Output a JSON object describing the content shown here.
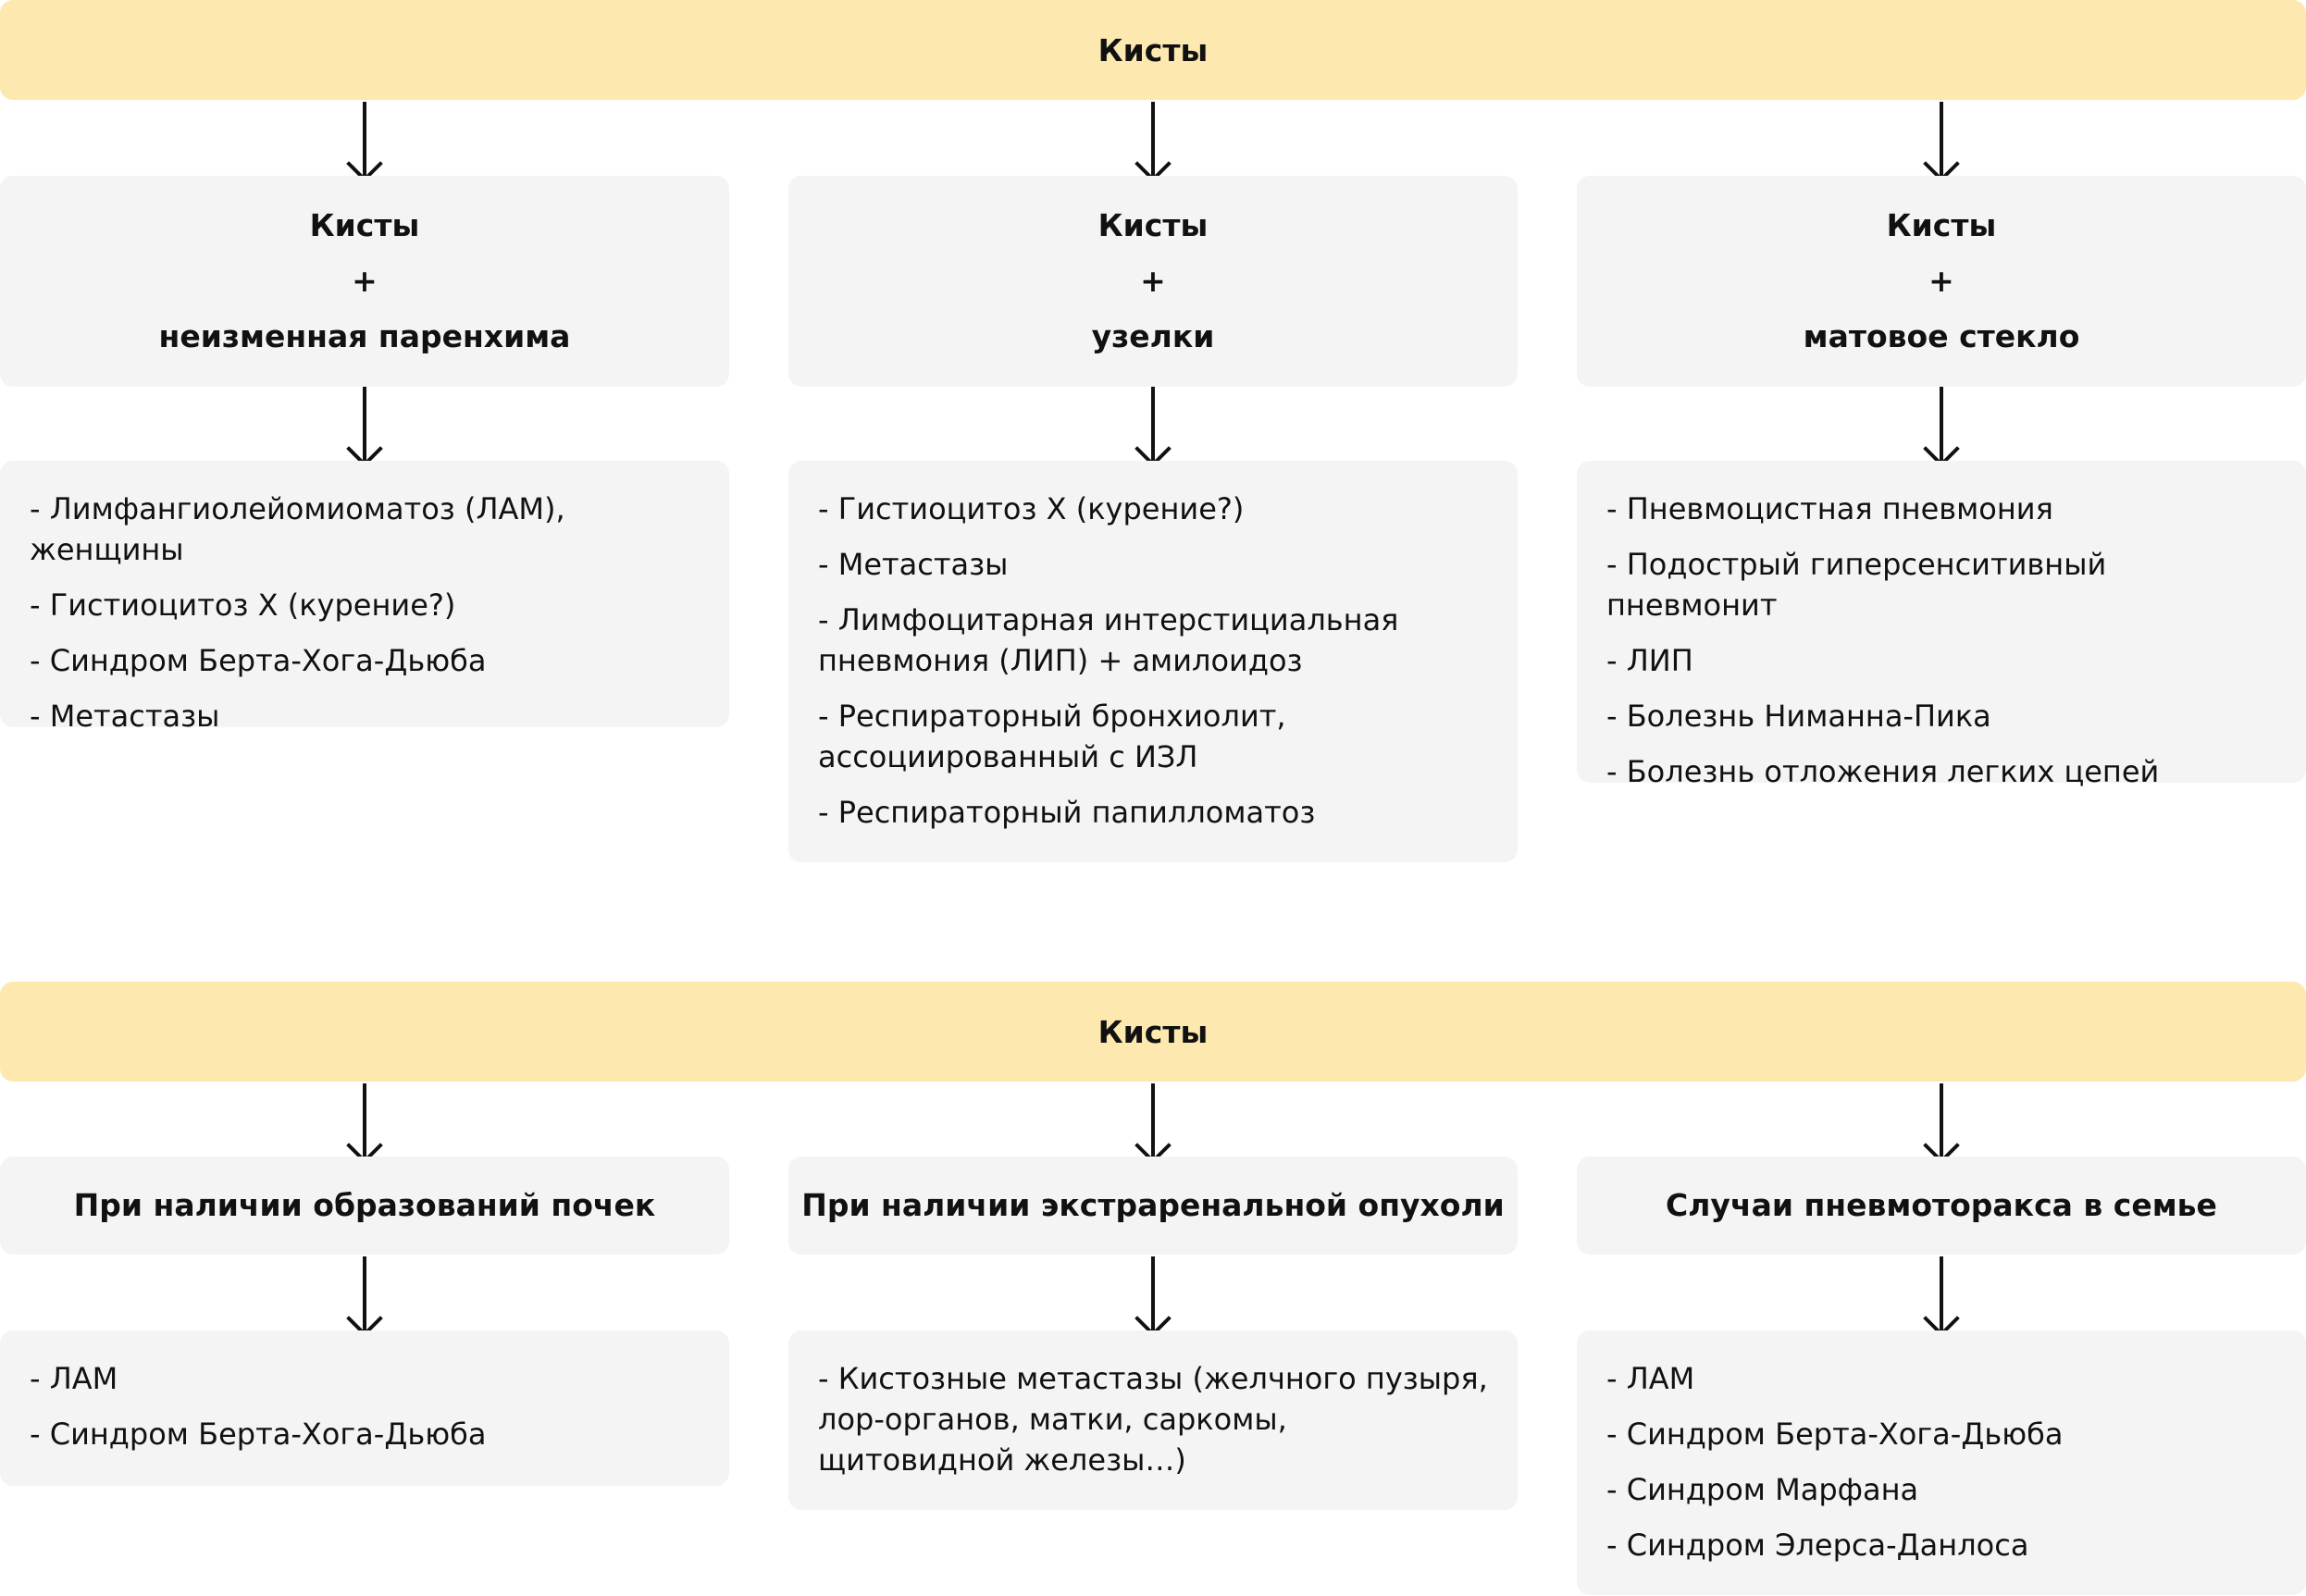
{
  "top": {
    "banner": "Кисты",
    "columns": [
      {
        "header": [
          "Кисты",
          "+",
          "неизменная паренхима"
        ],
        "items": [
          "- Лимфангиолейомиоматоз (ЛАМ), женщины",
          "- Гистиоцитоз Х (курение?)",
          "- Синдром Берта-Хога-Дьюба",
          "- Метастазы"
        ]
      },
      {
        "header": [
          "Кисты",
          "+",
          "узелки"
        ],
        "items": [
          "- Гистиоцитоз Х (курение?)",
          "- Метастазы",
          "- Лимфоцитарная интерстициальная пневмония (ЛИП) + амилоидоз",
          "- Респираторный бронхиолит, ассоциированный с ИЗЛ",
          "- Респираторный папилломатоз"
        ]
      },
      {
        "header": [
          "Кисты",
          "+",
          "матовое стекло"
        ],
        "items": [
          "- Пневмоцистная пневмония",
          "- Подострый гиперсенситивный пневмонит",
          "- ЛИП",
          "- Болезнь Ниманна-Пика",
          "- Болезнь отложения легких цепей"
        ]
      }
    ]
  },
  "bottom": {
    "banner": "Кисты",
    "columns": [
      {
        "header": [
          "При наличии образований почек"
        ],
        "items": [
          "- ЛАМ",
          "- Синдром Берта-Хога-Дьюба"
        ]
      },
      {
        "header": [
          "При наличии экстраренальной опухоли"
        ],
        "items": [
          "- Кистозные метастазы (желчного пузыря, лор-органов, матки, саркомы, щитовидной железы…)"
        ]
      },
      {
        "header": [
          "Случаи пневмоторакса в семье"
        ],
        "items": [
          "- ЛАМ",
          "- Синдром Берта-Хога-Дьюба",
          "- Синдром Марфана",
          "- Синдром Элерса-Данлоса"
        ]
      }
    ]
  }
}
